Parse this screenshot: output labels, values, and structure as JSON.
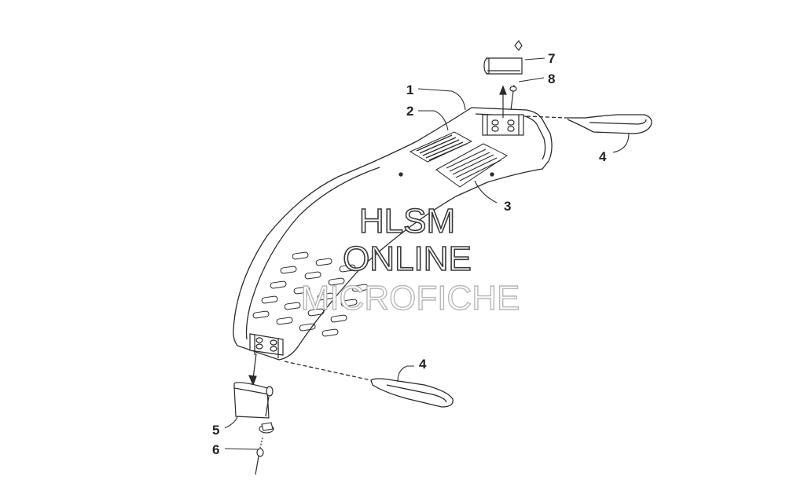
{
  "callouts": {
    "c1": "1",
    "c2": "2",
    "c3": "3",
    "c4a": "4",
    "c4b": "4",
    "c5": "5",
    "c6": "6",
    "c7": "7",
    "c8": "8"
  },
  "watermark": {
    "line1": "HLSM",
    "line2": "ONLINE",
    "line3": "MICROFICHE"
  },
  "colors": {
    "line": "#2a2a2a",
    "background": "#ffffff"
  }
}
